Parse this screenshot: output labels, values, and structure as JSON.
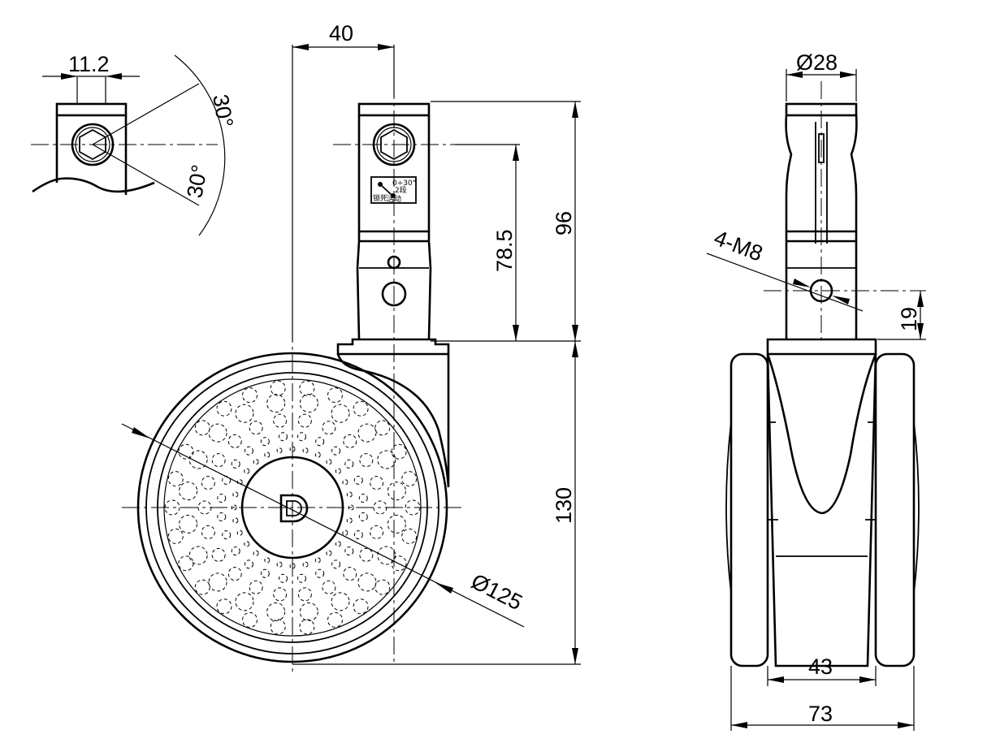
{
  "drawing": {
    "detail_view": {
      "width_dim": "11.2",
      "angle_upper": "30°",
      "angle_lower": "30°"
    },
    "front_view": {
      "offset_dim": "40",
      "stem_height_dim": "96",
      "hole_height_dim": "78.5",
      "wheel_height_dim": "130",
      "wheel_diameter_dim": "Ø125",
      "label": {
        "angle": "0÷30°",
        "stages": "2段",
        "lock": "锁死",
        "swivel": "活动"
      }
    },
    "side_view": {
      "stem_diameter_dim": "Ø28",
      "thread_dim": "4-M8",
      "hole_offset_dim": "19",
      "inner_width_dim": "43",
      "overall_width_dim": "73"
    }
  }
}
